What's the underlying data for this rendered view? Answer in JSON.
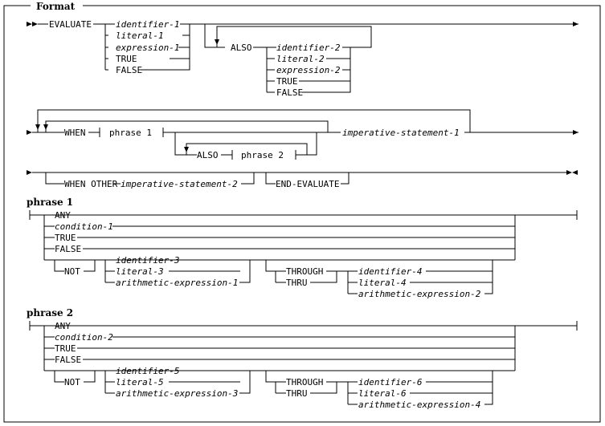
{
  "frame_title": "Format",
  "top": {
    "evaluate": "EVALUATE",
    "subjects": [
      "identifier-1",
      "literal-1",
      "expression-1",
      "TRUE",
      "FALSE"
    ],
    "also": "ALSO",
    "also_subjects": [
      "identifier-2",
      "literal-2",
      "expression-2",
      "TRUE",
      "FALSE"
    ]
  },
  "when_line": {
    "when": "WHEN",
    "phrase1": "phrase 1",
    "also": "ALSO",
    "phrase2": "phrase 2",
    "statement": "imperative-statement-1"
  },
  "other_line": {
    "when_other": "WHEN OTHER",
    "statement": "imperative-statement-2",
    "end": "END-EVALUATE"
  },
  "phrase1": {
    "heading": "phrase 1",
    "options": [
      "ANY",
      "condition-1",
      "TRUE",
      "FALSE"
    ],
    "not": "NOT",
    "operands": [
      "identifier-3",
      "literal-3",
      "arithmetic-expression-1"
    ],
    "through": "THROUGH",
    "thru": "THRU",
    "range": [
      "identifier-4",
      "literal-4",
      "arithmetic-expression-2"
    ]
  },
  "phrase2": {
    "heading": "phrase 2",
    "options": [
      "ANY",
      "condition-2",
      "TRUE",
      "FALSE"
    ],
    "not": "NOT",
    "operands": [
      "identifier-5",
      "literal-5",
      "arithmetic-expression-3"
    ],
    "through": "THROUGH",
    "thru": "THRU",
    "range": [
      "identifier-6",
      "literal-6",
      "arithmetic-expression-4"
    ]
  }
}
